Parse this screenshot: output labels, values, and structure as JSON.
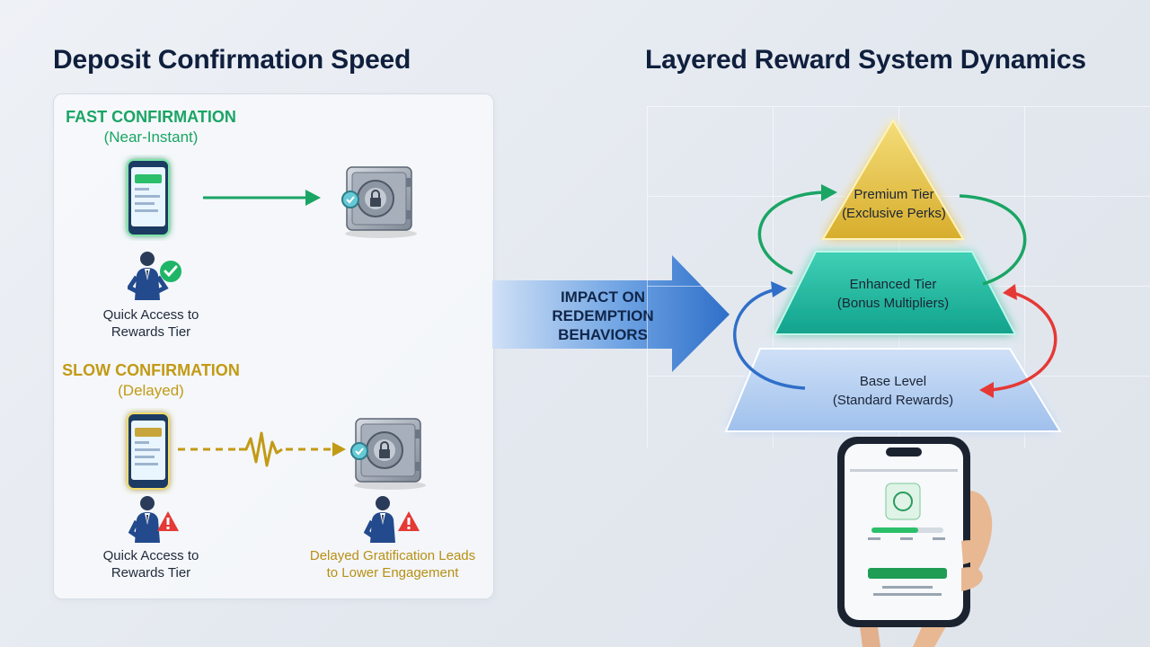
{
  "left": {
    "title": "Deposit Confirmation Speed",
    "fast": {
      "heading": "FAST CONFIRMATION",
      "subheading": "(Near-Instant)",
      "caption_line1": "Quick Access to",
      "caption_line2": "Rewards Tier"
    },
    "slow": {
      "heading": "SLOW CONFIRMATION",
      "subheading": "(Delayed)",
      "caption_left_line1": "Quick Access to",
      "caption_left_line2": "Rewards Tier",
      "caption_right_line1": "Delayed Gratification Leads",
      "caption_right_line2": "to Lower Engagement"
    }
  },
  "center": {
    "line1": "IMPACT ON",
    "line2": "REDEMPTION",
    "line3": "BEHAVIORS"
  },
  "right": {
    "title": "Layered Reward System Dynamics",
    "tiers": {
      "premium": {
        "name": "Premium Tier",
        "desc": "(Exclusive Perks)"
      },
      "enhanced": {
        "name": "Enhanced Tier",
        "desc": "(Bonus Multipliers)"
      },
      "base": {
        "name": "Base Level",
        "desc": "(Standard Rewards)"
      }
    }
  },
  "colors": {
    "fast": "#1aa564",
    "slow": "#c29a15",
    "alert": "#e53935",
    "premium": "#e2bf3a",
    "enhanced": "#1bb39a",
    "base": "#a9c7ee",
    "flow_arrow": "#3d7fd6"
  },
  "icons": {
    "phone": "phone-icon",
    "vault": "vault-icon",
    "person": "person-icon",
    "check": "check-badge-icon",
    "alert": "alert-badge-icon"
  }
}
